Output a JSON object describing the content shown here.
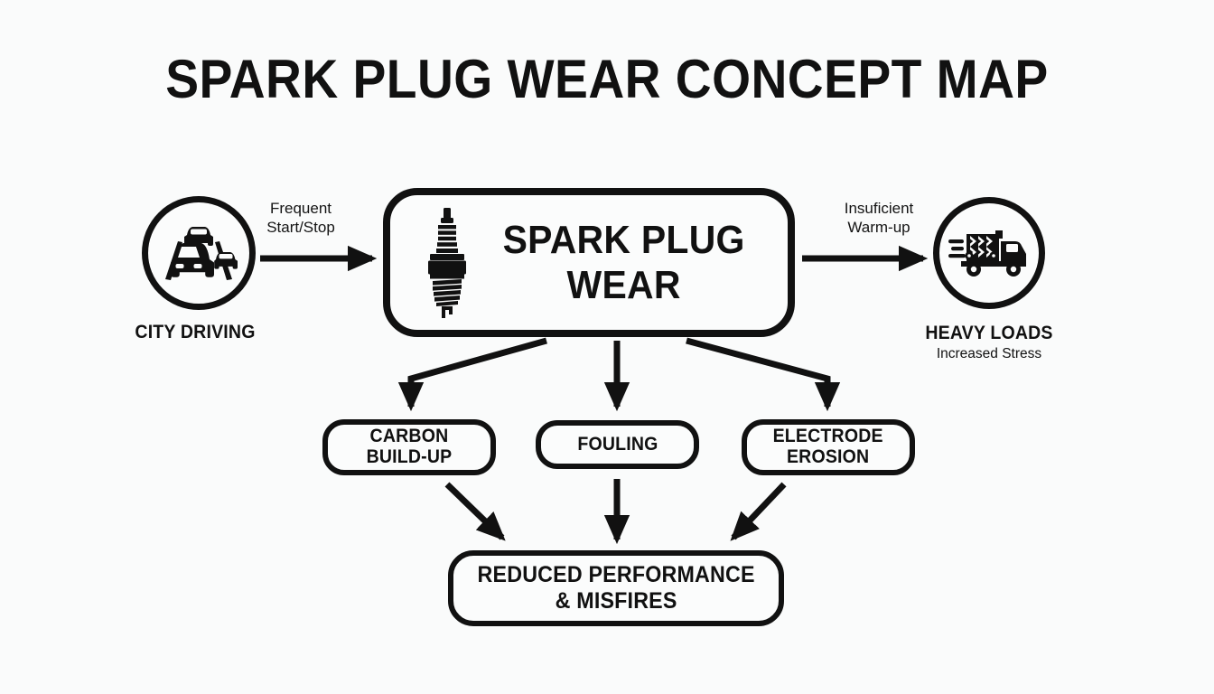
{
  "title": "SPARK PLUG WEAR CONCEPT MAP",
  "background_color": "#fafbfb",
  "ink_color": "#111111",
  "central": {
    "label": "SPARK PLUG\nWEAR",
    "icon": "spark-plug-icon"
  },
  "sources": [
    {
      "id": "city-driving",
      "icon": "traffic-cars-icon",
      "caption_main": "CITY DRIVING",
      "caption_sub": "",
      "edge_label": "Frequent\nStart/Stop",
      "position": "left"
    },
    {
      "id": "heavy-loads",
      "icon": "delivery-truck-icon",
      "caption_main": "HEAVY LOADS",
      "caption_sub": "Increased Stress",
      "edge_label": "Insuficient\nWarm-up",
      "position": "right"
    }
  ],
  "effects": [
    {
      "id": "carbon-build-up",
      "label": "CARBON\nBUILD-UP"
    },
    {
      "id": "fouling",
      "label": "FOULING"
    },
    {
      "id": "electrode-erosion",
      "label": "ELECTRODE\nEROSION"
    }
  ],
  "outcome": {
    "id": "reduced-performance",
    "label": "REDUCED PERFORMANCE\n& MISFIRES"
  },
  "chart_data": {
    "type": "diagram",
    "title": "SPARK PLUG WEAR CONCEPT MAP",
    "diagram_kind": "concept-map",
    "nodes": [
      {
        "id": "city-driving",
        "label": "CITY DRIVING",
        "shape": "circle-icon",
        "sublabel": ""
      },
      {
        "id": "heavy-loads",
        "label": "HEAVY LOADS",
        "shape": "circle-icon",
        "sublabel": "Increased Stress"
      },
      {
        "id": "spark-plug-wear",
        "label": "SPARK PLUG WEAR",
        "shape": "rounded-rect"
      },
      {
        "id": "carbon-build-up",
        "label": "CARBON BUILD-UP",
        "shape": "rounded-rect"
      },
      {
        "id": "fouling",
        "label": "FOULING",
        "shape": "rounded-rect"
      },
      {
        "id": "electrode-erosion",
        "label": "ELECTRODE EROSION",
        "shape": "rounded-rect"
      },
      {
        "id": "reduced-performance",
        "label": "REDUCED PERFORMANCE & MISFIRES",
        "shape": "rounded-rect"
      }
    ],
    "edges": [
      {
        "from": "city-driving",
        "to": "spark-plug-wear",
        "label": "Frequent Start/Stop",
        "arrow": true
      },
      {
        "from": "spark-plug-wear",
        "to": "heavy-loads",
        "label": "Insuficient Warm-up",
        "arrow": true
      },
      {
        "from": "spark-plug-wear",
        "to": "carbon-build-up",
        "label": "",
        "arrow": true
      },
      {
        "from": "spark-plug-wear",
        "to": "fouling",
        "label": "",
        "arrow": true
      },
      {
        "from": "spark-plug-wear",
        "to": "electrode-erosion",
        "label": "",
        "arrow": true
      },
      {
        "from": "carbon-build-up",
        "to": "reduced-performance",
        "label": "",
        "arrow": true
      },
      {
        "from": "fouling",
        "to": "reduced-performance",
        "label": "",
        "arrow": true
      },
      {
        "from": "electrode-erosion",
        "to": "reduced-performance",
        "label": "",
        "arrow": true
      }
    ]
  }
}
